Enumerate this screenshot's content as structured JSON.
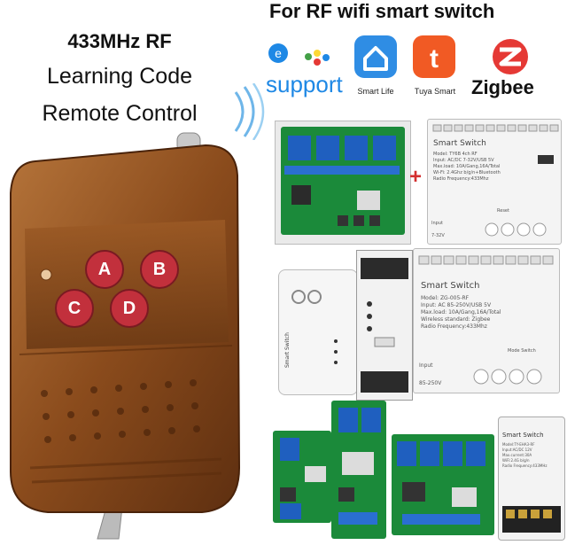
{
  "header": {
    "title": "For RF wifi smart switch"
  },
  "left_caption": {
    "line1": "433MHz RF",
    "line2": "Learning Code",
    "line3": "Remote Control"
  },
  "remote": {
    "buttons": [
      "A",
      "B",
      "C",
      "D"
    ]
  },
  "apps": [
    {
      "name": "support",
      "prefix": "e",
      "icon": "ewelink-icon",
      "color": "#1e88e5"
    },
    {
      "name": "Smart Life",
      "icon": "smart-life-icon",
      "color": "#2f8de4"
    },
    {
      "name": "Tuya Smart",
      "icon": "tuya-icon",
      "color": "#f15a24"
    },
    {
      "name": "Zigbee",
      "icon": "zigbee-icon",
      "color": "#e53935"
    }
  ],
  "modules": {
    "tuya_4ch": {
      "title": "Smart Switch",
      "lines": [
        "Model: TY6B 4ch RF",
        "Input: AC/DC 7-32V/USB 5V",
        "Max.load: 10A/Gang,16A/Total",
        "Wi-Fi: 2.4Ghz b/g/n+Bluetooth",
        "Radio Frequency:433Mhz"
      ],
      "input_label": "Input",
      "input_voltage": "7-32V",
      "reset_label": "Reset",
      "plus_sign": "+"
    },
    "zigbee_4ch": {
      "title": "Smart Switch",
      "lines": [
        "Model: ZG-005-RF",
        "Input: AC 85-250V/USB 5V",
        "Max.load: 10A/Gang,16A/Total",
        "Wireless standard: Zigbee",
        "Radio Frequency:433Mhz"
      ],
      "input_label": "Input",
      "input_voltage": "85-250V",
      "mode_label": "Mode Switch"
    },
    "small_white": {
      "title": "Smart Switch"
    },
    "bottom_white": {
      "title": "Smart Switch",
      "lines": [
        "Model:TY-EHA3-RF",
        "Input:AC/DC 12V",
        "Max.current:30A",
        "WiFi:2.4G b/g/n",
        "Radio Frequency:433MHz"
      ]
    }
  },
  "colors": {
    "relay_blue": "#1f5fbf",
    "pcb_green": "#1b8a3a",
    "remote_wood": "#8a4b1c",
    "button_red": "#c2303c"
  }
}
